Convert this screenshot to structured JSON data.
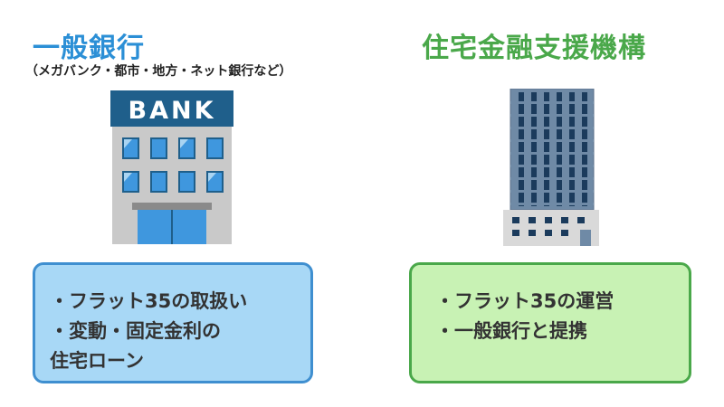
{
  "left": {
    "title": "一般銀行",
    "subtitle": "（メガバンク・都市・地方・ネット銀行など）",
    "bank_sign": "BANK",
    "lines": [
      "・フラット35の取扱い",
      "・変動・固定金利の",
      "住宅ローン"
    ]
  },
  "right": {
    "title": "住宅金融支援機構",
    "lines": [
      "・フラット35の運営",
      "・一般銀行と提携"
    ]
  },
  "colors": {
    "left_title": "#2b8fd6",
    "right_title": "#4aa84a",
    "left_box_fill": "#a8d8f6",
    "left_box_border": "#3f8fd0",
    "right_box_fill": "#c8f2b4",
    "right_box_border": "#4aa84a"
  },
  "icons": {
    "left": "bank-building-icon",
    "right": "office-tower-icon"
  }
}
